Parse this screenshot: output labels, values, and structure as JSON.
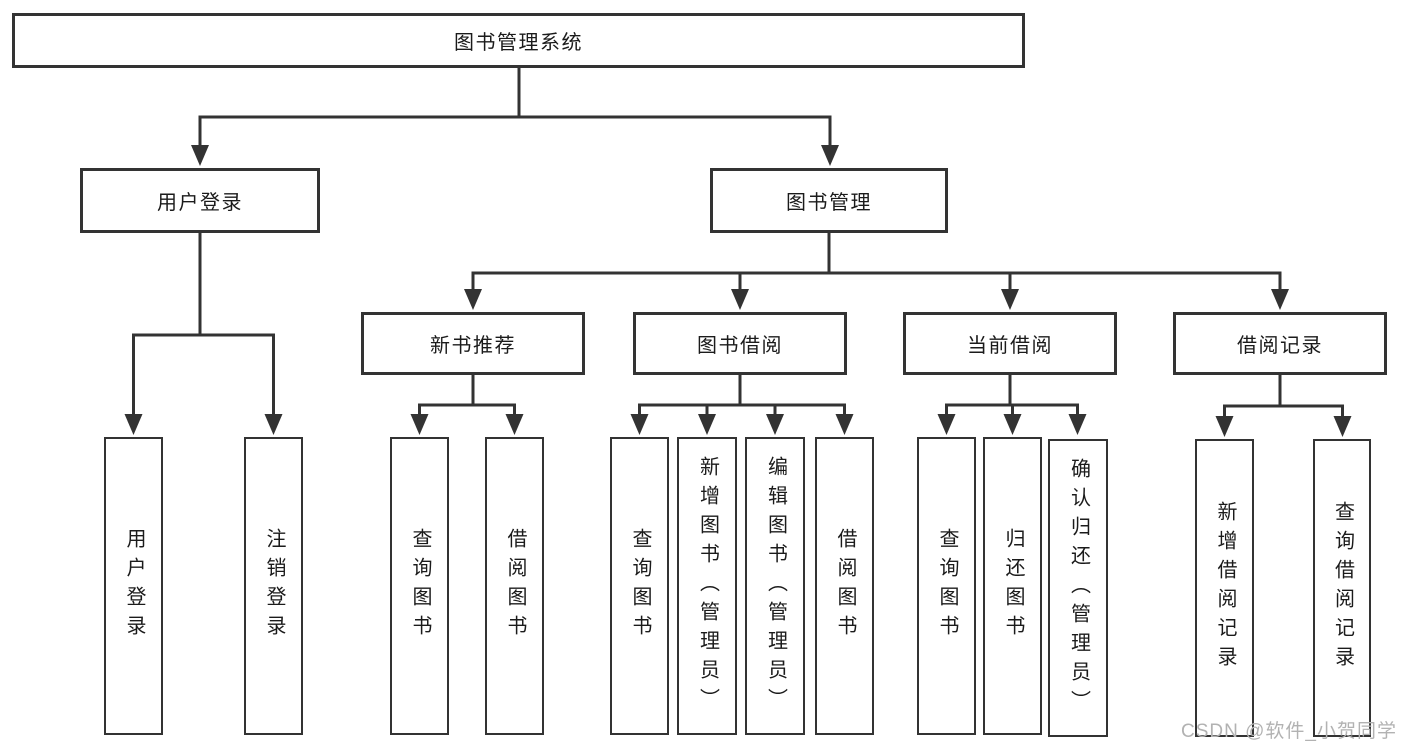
{
  "colors": {
    "line": "#333333",
    "text": "#1b1b1b",
    "box_background": "#ffffff",
    "watermark": "#b2b2b2"
  },
  "diagram": {
    "root": {
      "label": "图书管理系统"
    },
    "user_login": {
      "label": "用户登录",
      "children": [
        {
          "label": "用户登录"
        },
        {
          "label": "注销登录"
        }
      ]
    },
    "book_management": {
      "label": "图书管理",
      "modules": [
        {
          "label": "新书推荐",
          "children": [
            {
              "label": "查询图书"
            },
            {
              "label": "借阅图书"
            }
          ]
        },
        {
          "label": "图书借阅",
          "children": [
            {
              "label": "查询图书"
            },
            {
              "label": "新增图书（管理员）"
            },
            {
              "label": "编辑图书（管理员）"
            },
            {
              "label": "借阅图书"
            }
          ]
        },
        {
          "label": "当前借阅",
          "children": [
            {
              "label": "查询图书"
            },
            {
              "label": "归还图书"
            },
            {
              "label": "确认归还（管理员）"
            }
          ]
        },
        {
          "label": "借阅记录",
          "children": [
            {
              "label": "新增借阅记录"
            },
            {
              "label": "查询借阅记录"
            }
          ]
        }
      ]
    }
  },
  "watermark": {
    "label": "CSDN @软件_小贺同学"
  }
}
